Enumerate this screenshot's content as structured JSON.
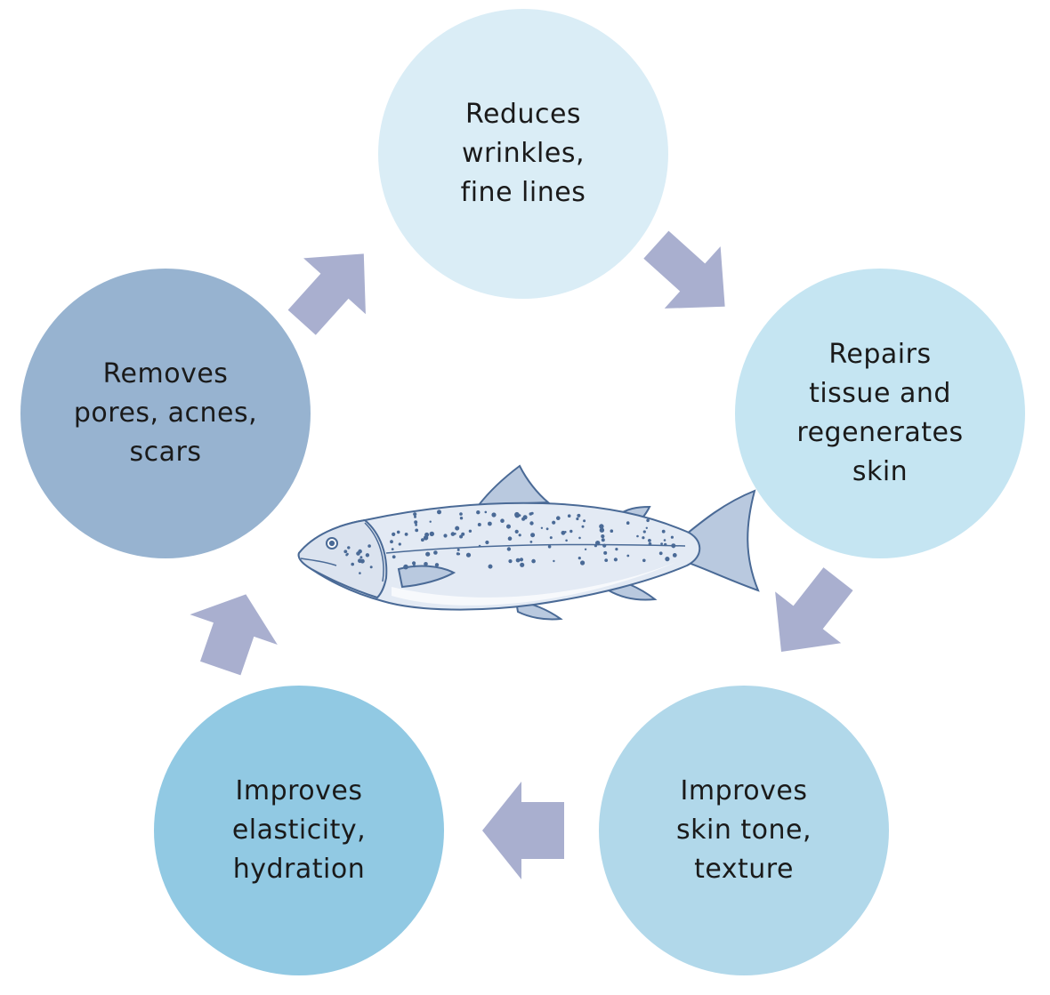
{
  "colors": {
    "arrow": "#a9afcf",
    "fish_outline": "#4a6a96",
    "fish_fill": "#e3eaf4",
    "fish_belly": "#f7f9fc"
  },
  "cycle": {
    "nodes": [
      {
        "id": "top",
        "label": "Reduces\nwrinkles,\nfine lines",
        "color": "#daedf6"
      },
      {
        "id": "right",
        "label": "Repairs\ntissue and\nregenerates\nskin",
        "color": "#c5e5f2"
      },
      {
        "id": "bottom-right",
        "label": "Improves\nskin tone,\ntexture",
        "color": "#b1d8ea"
      },
      {
        "id": "bottom-left",
        "label": "Improves\nelasticity,\nhydration",
        "color": "#91c9e3"
      },
      {
        "id": "left",
        "label": "Removes\npores, acnes,\nscars",
        "color": "#97b3d0"
      }
    ]
  },
  "center_image": {
    "icon": "salmon-fish-icon"
  }
}
